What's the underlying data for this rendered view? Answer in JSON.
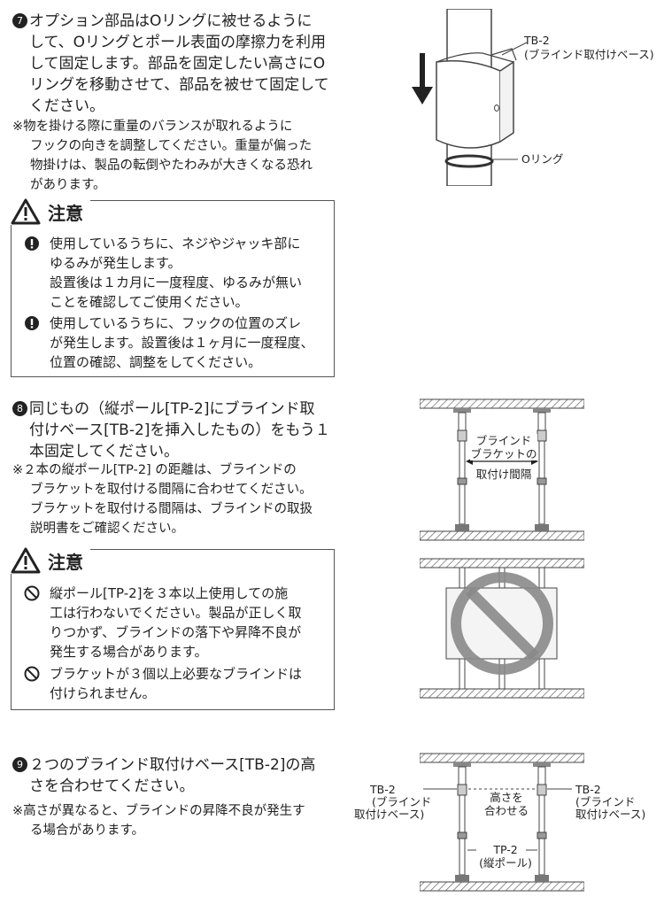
{
  "step7": {
    "number": "7",
    "lines": [
      "オプション部品はOリングに被せるように",
      "して、Oリングとポール表面の摩擦力を利用",
      "して固定します。部品を固定したい高さにO",
      "リングを移動させて、部品を被せて固定して",
      "ください。"
    ],
    "note": [
      "※物を掛ける際に重量のバランスが取れるように",
      "フックの向きを調整してください。重量が偏った",
      "物掛けは、製品の転倒やたわみが大きくなる恐れ",
      "があります。"
    ],
    "diagram": {
      "tb2_label": "TB-2",
      "tb2_sub": "(ブラインド取付けベース)",
      "oring_label": "Oリング"
    }
  },
  "caution1": {
    "title": "注意",
    "items": [
      {
        "lines": [
          "使用しているうちに、ネジやジャッキ部に",
          "ゆるみが発生します。",
          "設置後は１カ月に一度程度、ゆるみが無い",
          "ことを確認してご使用ください。"
        ]
      },
      {
        "lines": [
          "使用しているうちに、フックの位置のズレ",
          "が発生します。設置後は１ヶ月に一度程度、",
          "位置の確認、調整をしてください。"
        ]
      }
    ]
  },
  "step8": {
    "number": "8",
    "lines": [
      "同じもの（縦ポール[TP-2]にブラインド取",
      "付けベース[TB-2]を挿入したもの）をもう１",
      "本固定してください。"
    ],
    "note": [
      "※２本の縦ポール[TP-2] の距離は、ブラインドの",
      "ブラケットを取付ける間隔に合わせてください。",
      "ブラケットを取付ける間隔は、ブラインドの取扱",
      "説明書をご確認ください。"
    ],
    "diagram": {
      "label_lines": [
        "ブラインド",
        "ブラケットの",
        "取付け間隔"
      ]
    }
  },
  "caution2": {
    "title": "注意",
    "items": [
      {
        "lines": [
          "縦ポール[TP-2]を３本以上使用しての施",
          "工は行わないでください。製品が正しく取",
          "りつかず、ブラインドの落下や昇降不良が",
          "発生する場合があります。"
        ]
      },
      {
        "lines": [
          "ブラケットが３個以上必要なブラインドは",
          "付けられません。"
        ]
      }
    ]
  },
  "step9": {
    "number": "9",
    "lines": [
      "２つのブラインド取付けベース[TB-2]の高",
      "さを合わせてください。"
    ],
    "note": [
      "※高さが異なると、ブラインドの昇降不良が発生す",
      "る場合があります。"
    ],
    "diagram": {
      "tb2": "TB-2",
      "tb2_sub1": "(ブラインド",
      "tb2_sub2": "取付けベース)",
      "height1": "高さを",
      "height2": "合わせる",
      "tp2": "TP-2",
      "tp2_sub": "(縦ポール)"
    }
  },
  "colors": {
    "text": "#222222",
    "border": "#555555",
    "prohibit": "#8a8a8a"
  }
}
